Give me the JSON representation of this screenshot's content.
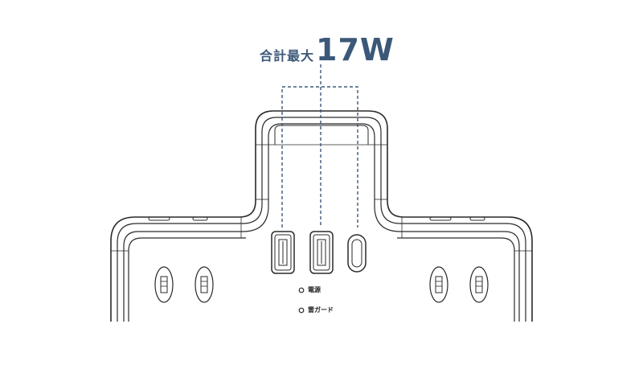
{
  "headline": {
    "prefix": "合計最大",
    "value": "17W"
  },
  "indicators": {
    "power_label": "電源",
    "guard_label": "雷ガード"
  },
  "colors": {
    "accent": "#3c5878",
    "line": "#2a2a2a"
  }
}
